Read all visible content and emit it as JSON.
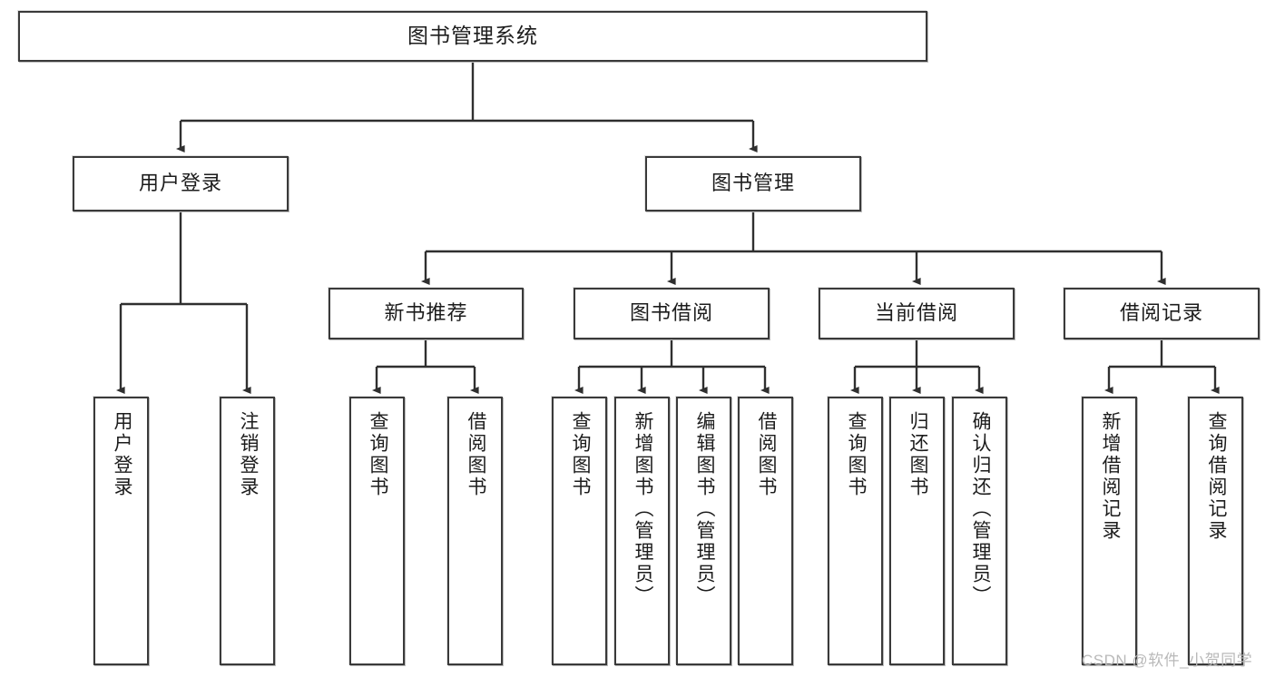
{
  "diagram": {
    "title": "图书管理系统",
    "type": "hierarchy-tree",
    "root": {
      "label": "图书管理系统"
    },
    "level1": [
      {
        "label": "用户登录"
      },
      {
        "label": "图书管理"
      }
    ],
    "level2": [
      {
        "label": "新书推荐"
      },
      {
        "label": "图书借阅"
      },
      {
        "label": "当前借阅"
      },
      {
        "label": "借阅记录"
      }
    ],
    "leaves": {
      "user_login": [
        {
          "label": "用户登录"
        },
        {
          "label": "注销登录"
        }
      ],
      "new_book_recommend": [
        {
          "label": "查询图书"
        },
        {
          "label": "借阅图书"
        }
      ],
      "book_borrow": [
        {
          "label": "查询图书"
        },
        {
          "label": "新增图书（管理员）"
        },
        {
          "label": "编辑图书（管理员）"
        },
        {
          "label": "借阅图书"
        }
      ],
      "current_borrow": [
        {
          "label": "查询图书"
        },
        {
          "label": "归还图书"
        },
        {
          "label": "确认归还（管理员）"
        }
      ],
      "borrow_record": [
        {
          "label": "新增借阅记录"
        },
        {
          "label": "查询借阅记录"
        }
      ]
    }
  },
  "watermark": {
    "text": "CSDN @软件_小贺同学"
  },
  "colors": {
    "box_border": "#3a3a3a",
    "box_fill": "#ffffff",
    "connector": "#2f2f2f",
    "text": "#1c1c1c",
    "watermark": "#b9b9b9"
  }
}
